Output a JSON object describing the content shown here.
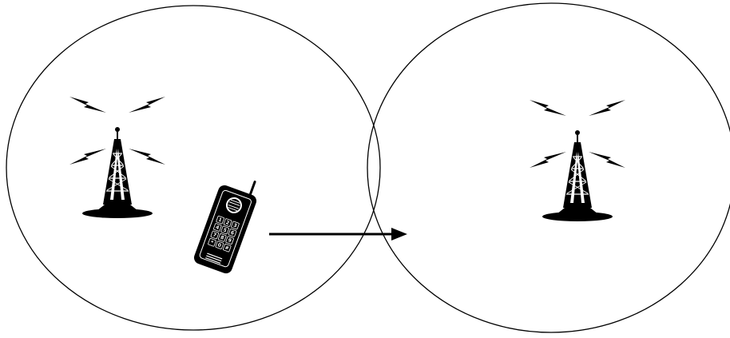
{
  "diagram": {
    "cells": [
      {
        "name": "source-cell",
        "icon": "radio-tower-icon"
      },
      {
        "name": "target-cell",
        "icon": "radio-tower-icon"
      }
    ],
    "mobile_device": {
      "icon": "mobile-phone-icon",
      "keypad": [
        "1",
        "2",
        "3",
        "4",
        "5",
        "6",
        "7",
        "8",
        "9",
        "*",
        "0",
        "#"
      ]
    },
    "movement_arrow": {
      "icon": "right-arrow-icon",
      "direction": "right"
    },
    "colors": {
      "stroke": "#000000",
      "background": "#ffffff",
      "keypad_text": "#ffffff"
    }
  }
}
